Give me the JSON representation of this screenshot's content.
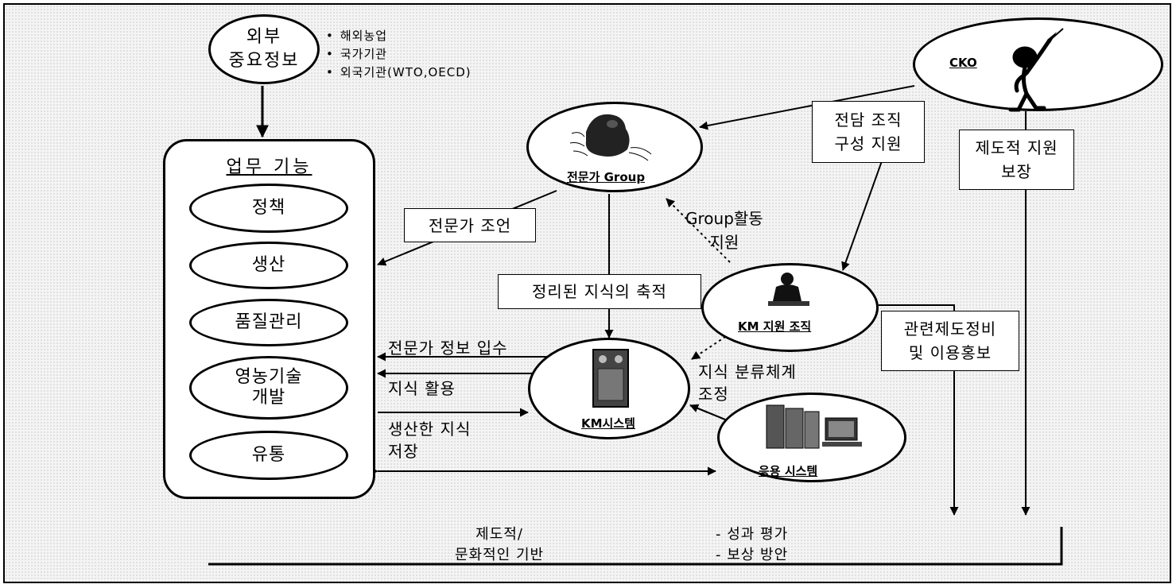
{
  "external_info": {
    "title": "외부\n중요정보",
    "bullets": [
      "해외농업",
      "국가기관",
      "외국기관(WTO,OECD)"
    ]
  },
  "business_functions": {
    "title": "업무 기능",
    "items": [
      "정책",
      "생산",
      "품질관리",
      "영농기술\n개발",
      "유통"
    ]
  },
  "nodes": {
    "cko": "CKO",
    "expert_group": "전문가 Group",
    "km_support_org": "KM 지원 조직",
    "km_system": "KM시스템",
    "application_system": "응용 시스템"
  },
  "boxes": {
    "dedicated_org": "전담 조직\n구성 지원",
    "institutional_support": "제도적 지원\n보장",
    "expert_advice": "전문가 조언",
    "organized_knowledge": "정리된 지식의 축적",
    "related_system": "관련제도정비\n및 이용홍보"
  },
  "labels": {
    "group_activity": "Group활동\n지원",
    "expert_info_acquire": "전문가 정보 입수",
    "knowledge_use": "지식 활용",
    "produced_knowledge": "생산한 지식\n저장",
    "taxonomy": "지식 분류체계\n조정"
  },
  "foundation": {
    "left": "제도적/\n문화적인 기반",
    "right_items": [
      "- 성과 평가",
      "- 보상 방안"
    ]
  },
  "icons": {
    "cko": "stick-figure-icon",
    "expert_group": "creature-thinker-icon",
    "km_support": "figure-at-desk-icon",
    "km_system": "server-tower-icon",
    "application": "computer-workstation-icon"
  },
  "colors": {
    "ink": "#000000",
    "paper": "#ffffff",
    "background": "#f4f4f4"
  }
}
